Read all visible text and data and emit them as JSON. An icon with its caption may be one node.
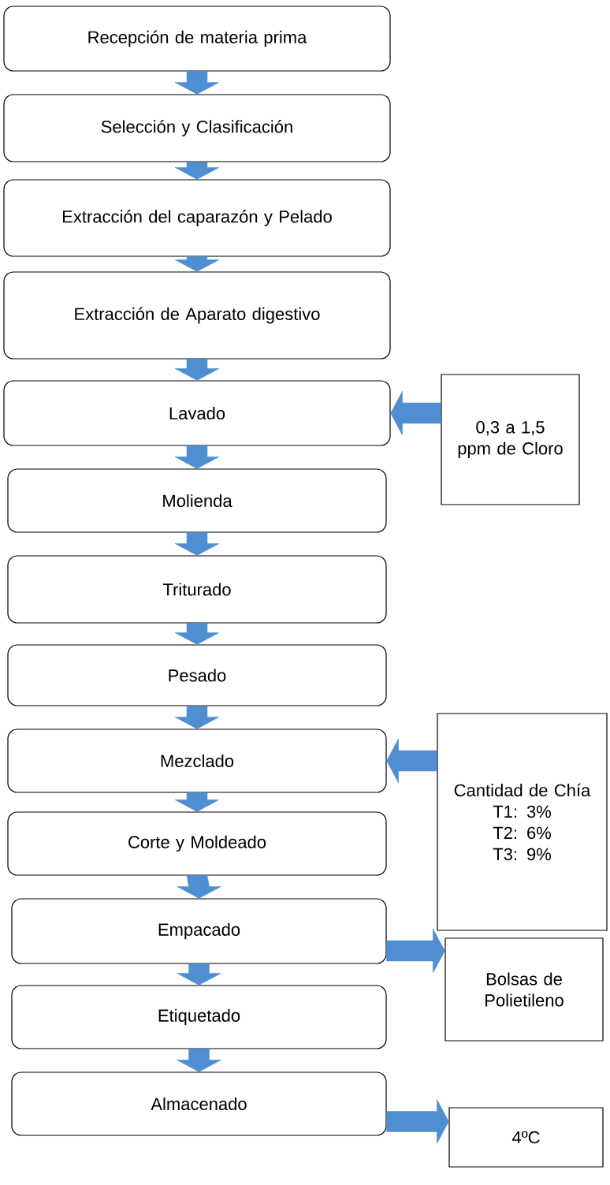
{
  "diagram": {
    "nodes": [
      {
        "text": [
          "Recepción de materia prima"
        ]
      },
      {
        "text": [
          "Selección y Clasificación"
        ]
      },
      {
        "text": [
          "Extracción del caparazón y Pelado"
        ]
      },
      {
        "text": [
          "Extracción de Aparato digestivo"
        ]
      },
      {
        "text": [
          "Lavado"
        ]
      },
      {
        "text": [
          "Molienda"
        ]
      },
      {
        "text": [
          "Triturado"
        ]
      },
      {
        "text": [
          "Pesado"
        ]
      },
      {
        "text": [
          "Mezclado"
        ]
      },
      {
        "text": [
          "Corte y Moldeado"
        ]
      },
      {
        "text": [
          "Empacado"
        ]
      },
      {
        "text": [
          "Etiquetado"
        ]
      },
      {
        "text": [
          "Almacenado"
        ]
      },
      {
        "text": [
          "0,3 a 1,5 ppm de Cloro"
        ]
      },
      {
        "text": [
          "Cantidad de Chía",
          "T1: 3%",
          "T2: 6%",
          "T3: 9%"
        ]
      },
      {
        "text": [
          "Bolsas de Polietileno"
        ]
      },
      {
        "text": [
          "4ºC"
        ]
      }
    ],
    "edges": [
      {
        "from": 0,
        "to": 1,
        "arrow": "to"
      },
      {
        "from": 1,
        "to": 2,
        "arrow": "to"
      },
      {
        "from": 2,
        "to": 3,
        "arrow": "to"
      },
      {
        "from": 3,
        "to": 4,
        "arrow": "to"
      },
      {
        "from": 4,
        "to": 5,
        "arrow": "to"
      },
      {
        "from": 5,
        "to": 6,
        "arrow": "to"
      },
      {
        "from": 6,
        "to": 7,
        "arrow": "to"
      },
      {
        "from": 7,
        "to": 8,
        "arrow": "to"
      },
      {
        "from": 8,
        "to": 9,
        "arrow": "to"
      },
      {
        "from": 9,
        "to": 10,
        "arrow": "to"
      },
      {
        "from": 10,
        "to": 11,
        "arrow": "to"
      },
      {
        "from": 11,
        "to": 12,
        "arrow": "to"
      },
      {
        "from": 13,
        "to": 4,
        "arrow": "to"
      },
      {
        "from": 14,
        "to": 8,
        "arrow": "to"
      },
      {
        "from": 10,
        "to": 15,
        "arrow": "to"
      },
      {
        "from": 12,
        "to": 16,
        "arrow": "to"
      }
    ]
  }
}
